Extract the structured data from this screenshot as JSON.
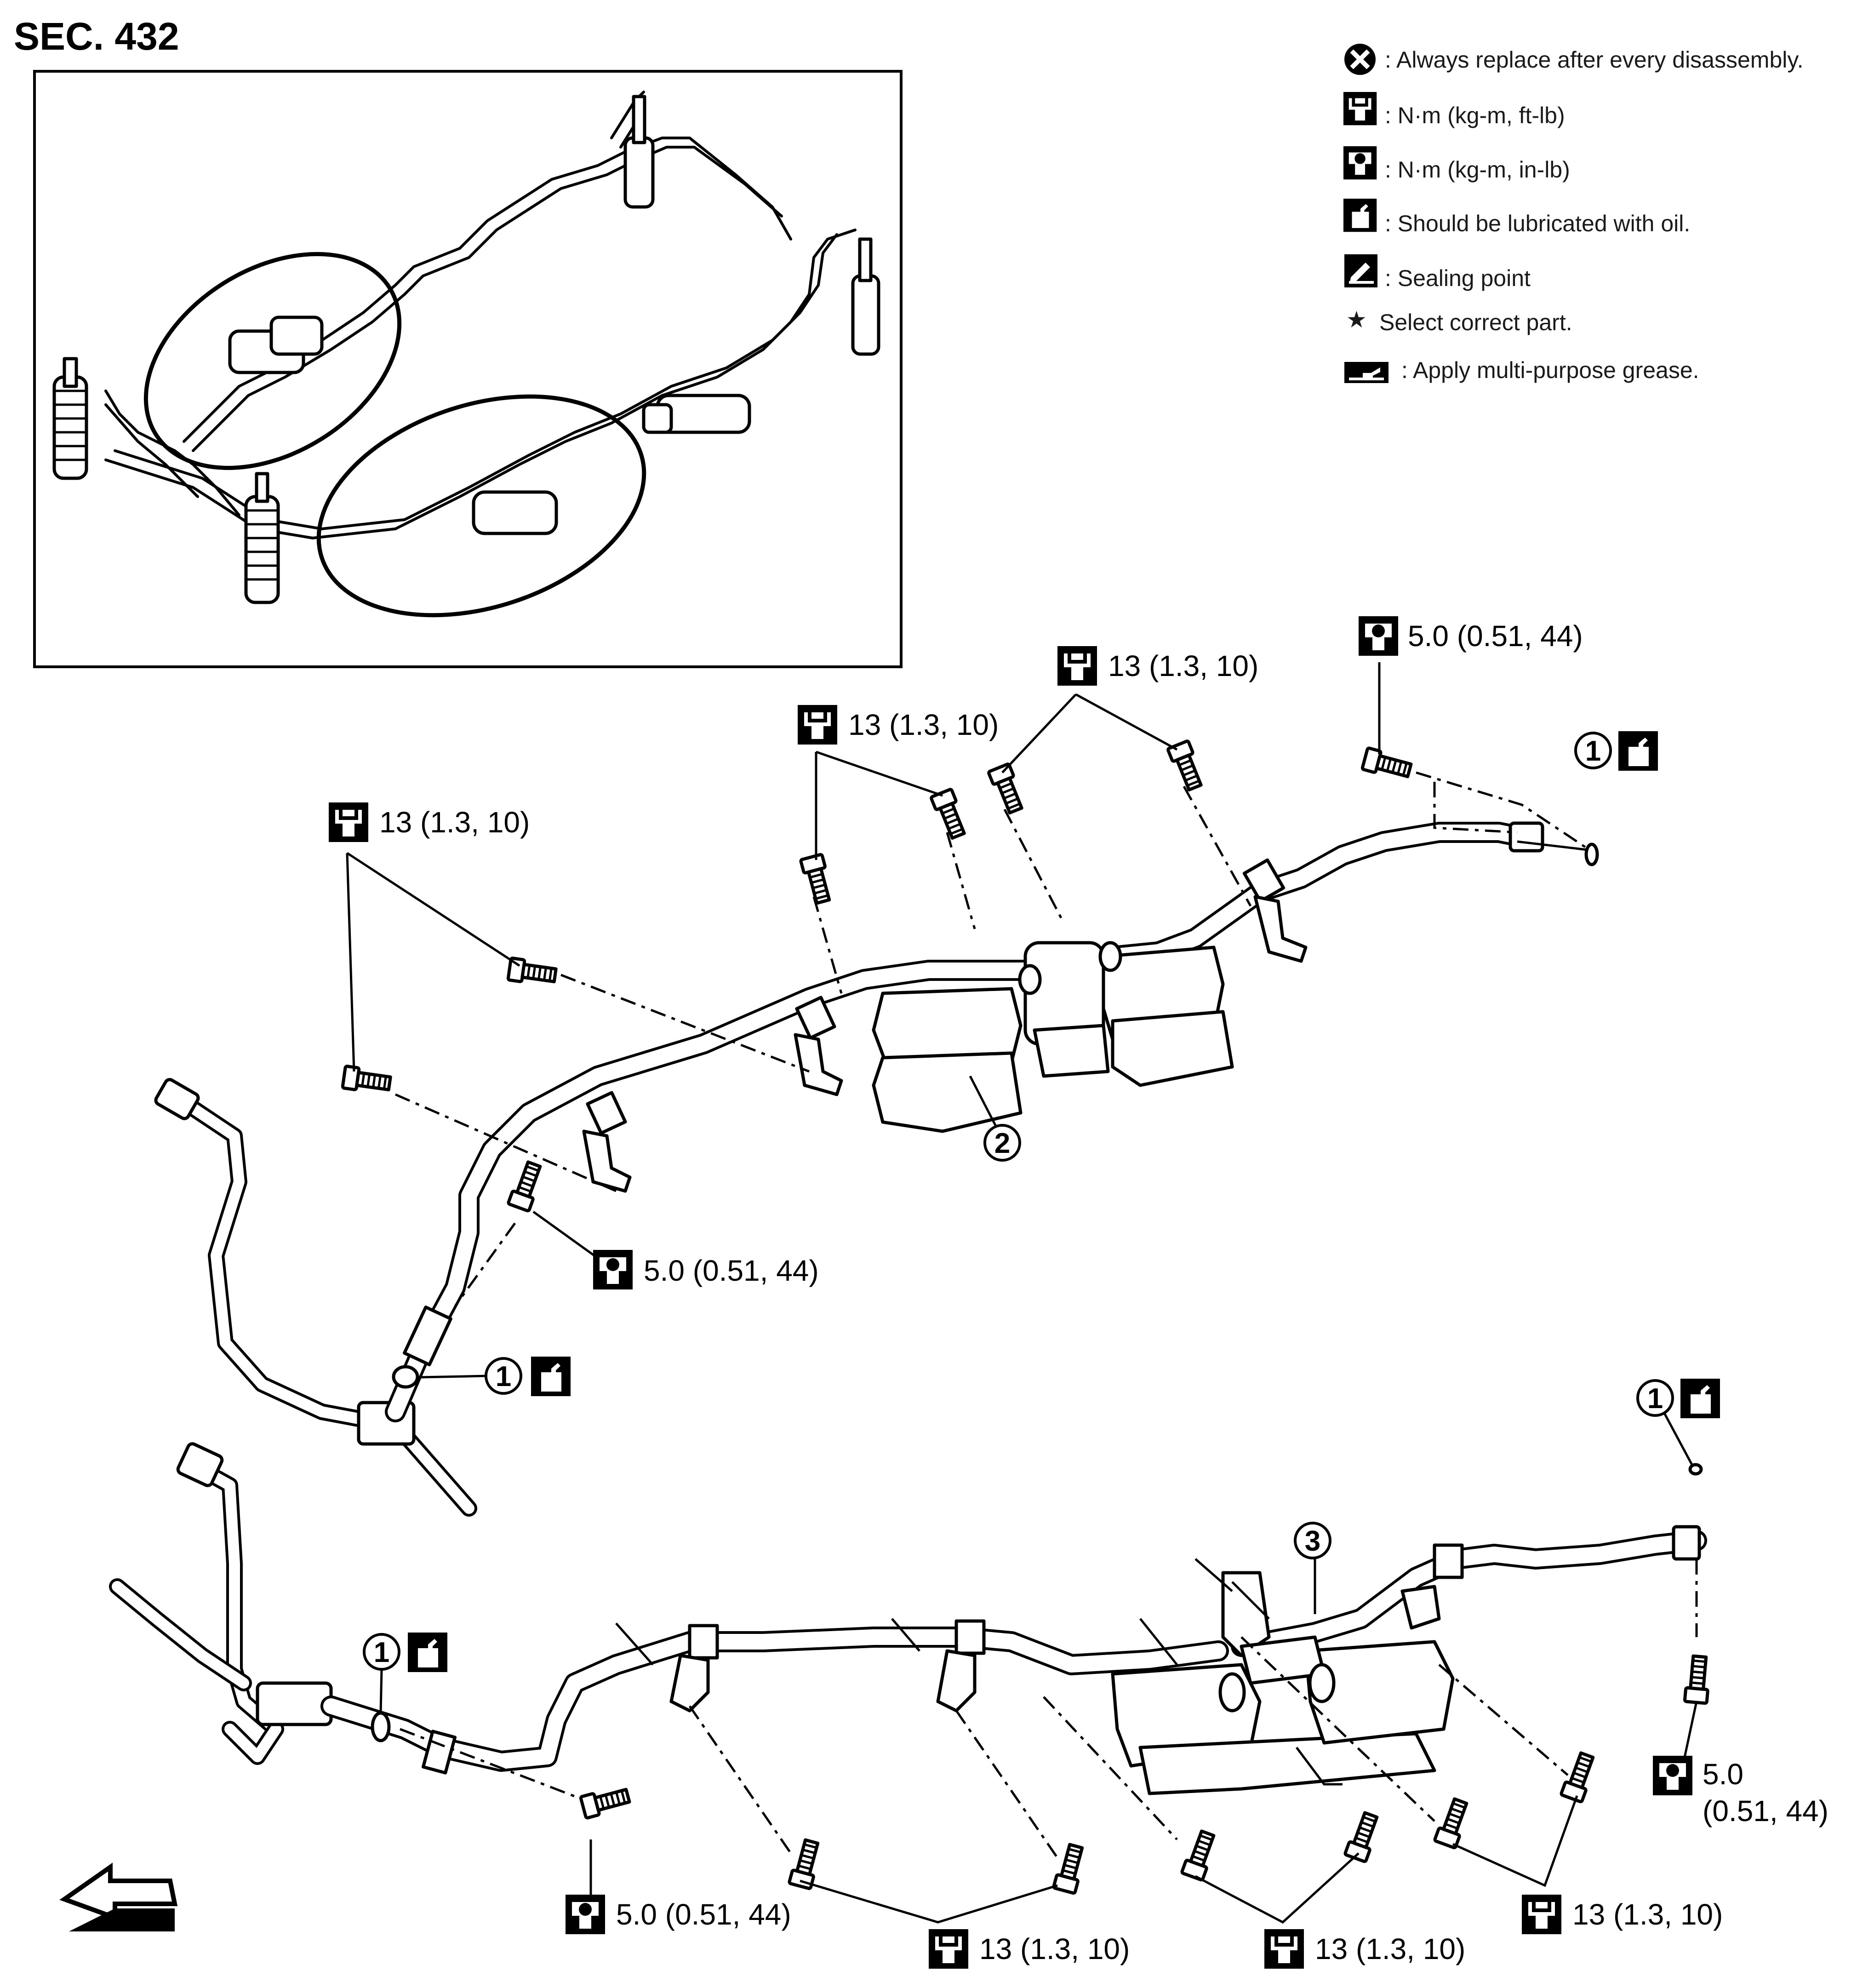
{
  "section_label": "SEC. 432",
  "legend": [
    {
      "icon": "always-replace-icon",
      "text": ": Always replace after every disassembly."
    },
    {
      "icon": "torque-ft-lb-icon",
      "text": ": N·m (kg-m, ft-lb)"
    },
    {
      "icon": "torque-in-lb-icon",
      "text": ": N·m (kg-m, in-lb)"
    },
    {
      "icon": "oil-can-icon",
      "text": ": Should be lubricated with oil."
    },
    {
      "icon": "sealing-point-icon",
      "text": ": Sealing point"
    },
    {
      "icon": "star-icon",
      "text": "Select correct part.",
      "symbol": "★"
    },
    {
      "icon": "grease-icon",
      "text": ": Apply multi-purpose grease."
    }
  ],
  "torque_labels": [
    {
      "id": "t1",
      "icon": "torque-in-lb-icon",
      "text": "5.0 (0.51, 44)"
    },
    {
      "id": "t2",
      "icon": "torque-ft-lb-icon",
      "text": "13 (1.3, 10)"
    },
    {
      "id": "t3",
      "icon": "torque-ft-lb-icon",
      "text": "13 (1.3, 10)"
    },
    {
      "id": "t4",
      "icon": "torque-ft-lb-icon",
      "text": "13 (1.3, 10)"
    },
    {
      "id": "t5",
      "icon": "torque-in-lb-icon",
      "text": "5.0 (0.51, 44)"
    },
    {
      "id": "t6",
      "icon": "torque-in-lb-icon",
      "text": "5.0",
      "text2": "(0.51, 44)"
    },
    {
      "id": "t7",
      "icon": "torque-in-lb-icon",
      "text": "5.0 (0.51, 44)"
    },
    {
      "id": "t8",
      "icon": "torque-ft-lb-icon",
      "text": "13 (1.3, 10)"
    },
    {
      "id": "t9",
      "icon": "torque-ft-lb-icon",
      "text": "13 (1.3, 10)"
    },
    {
      "id": "t10",
      "icon": "torque-ft-lb-icon",
      "text": "13 (1.3, 10)"
    }
  ],
  "callouts": [
    {
      "id": "c1",
      "number": "1",
      "icon": "oil-can-icon"
    },
    {
      "id": "c2",
      "number": "2"
    },
    {
      "id": "c3",
      "number": "1",
      "icon": "oil-can-icon"
    },
    {
      "id": "c4",
      "number": "1",
      "icon": "oil-can-icon"
    },
    {
      "id": "c5",
      "number": "3"
    },
    {
      "id": "c6",
      "number": "1",
      "icon": "oil-can-icon"
    }
  ],
  "colors": {
    "ink": "#000000",
    "paper": "#ffffff",
    "legend_text": "#1a1a1a"
  }
}
